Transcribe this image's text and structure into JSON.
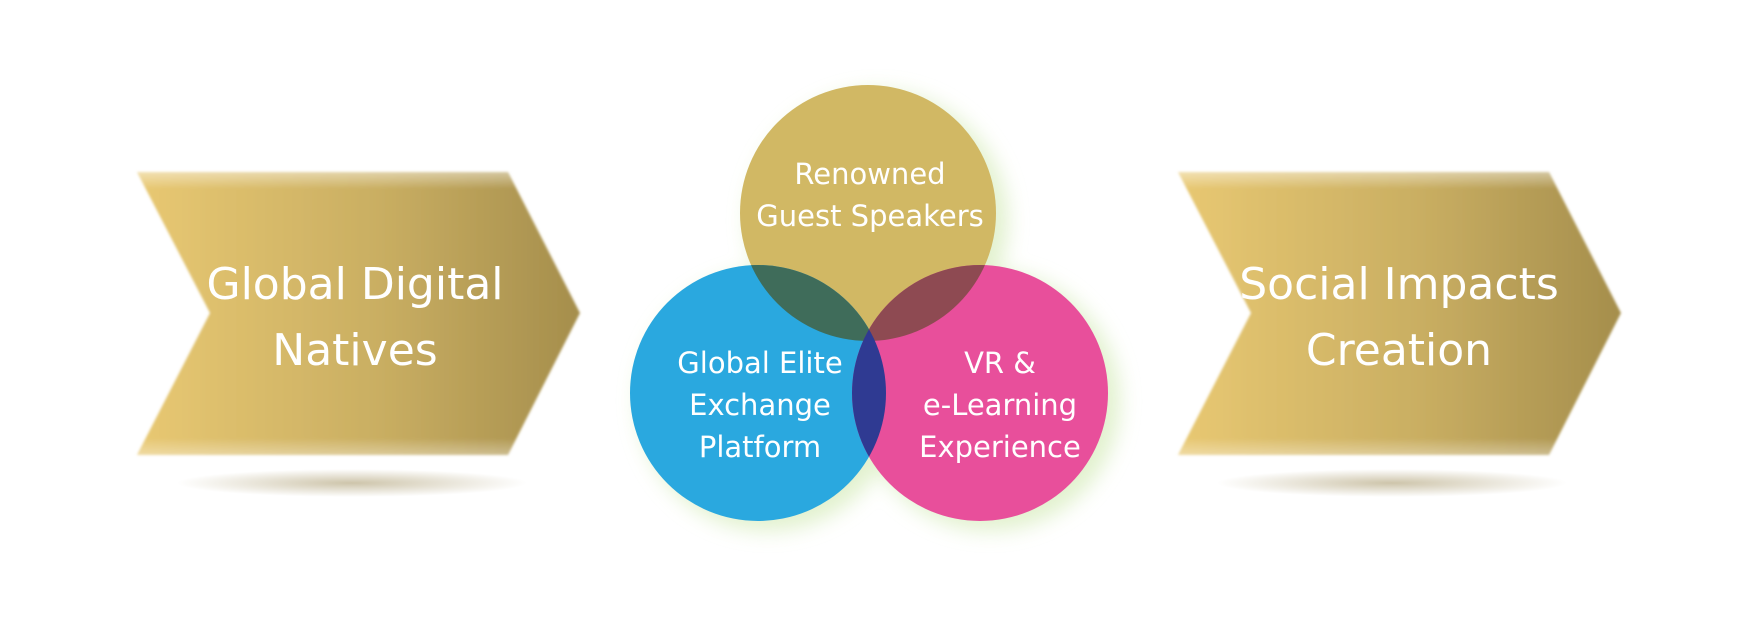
{
  "diagram": {
    "left_arrow": {
      "lines": [
        "Global Digital",
        "Natives"
      ]
    },
    "right_arrow": {
      "lines": [
        "Social Impacts",
        "Creation"
      ]
    },
    "venn": {
      "top": {
        "lines": [
          "Renowned",
          "Guest Speakers"
        ],
        "color": "#D1B864"
      },
      "left": {
        "lines": [
          "Global Elite",
          "Exchange",
          "Platform"
        ],
        "color": "#2AA8DF"
      },
      "right": {
        "lines": [
          "VR &",
          "e-Learning",
          "Experience"
        ],
        "color": "#E84F9B"
      },
      "overlap_colors": {
        "top_left": "#3F6C5A",
        "top_right": "#8E4A52",
        "left_right": "#2F3A92"
      }
    },
    "colors": {
      "arrow_light": "#E6C672",
      "arrow_dark": "#A9914C",
      "glow": "#D8EFC0",
      "shadow": "#C9BFA3"
    }
  }
}
